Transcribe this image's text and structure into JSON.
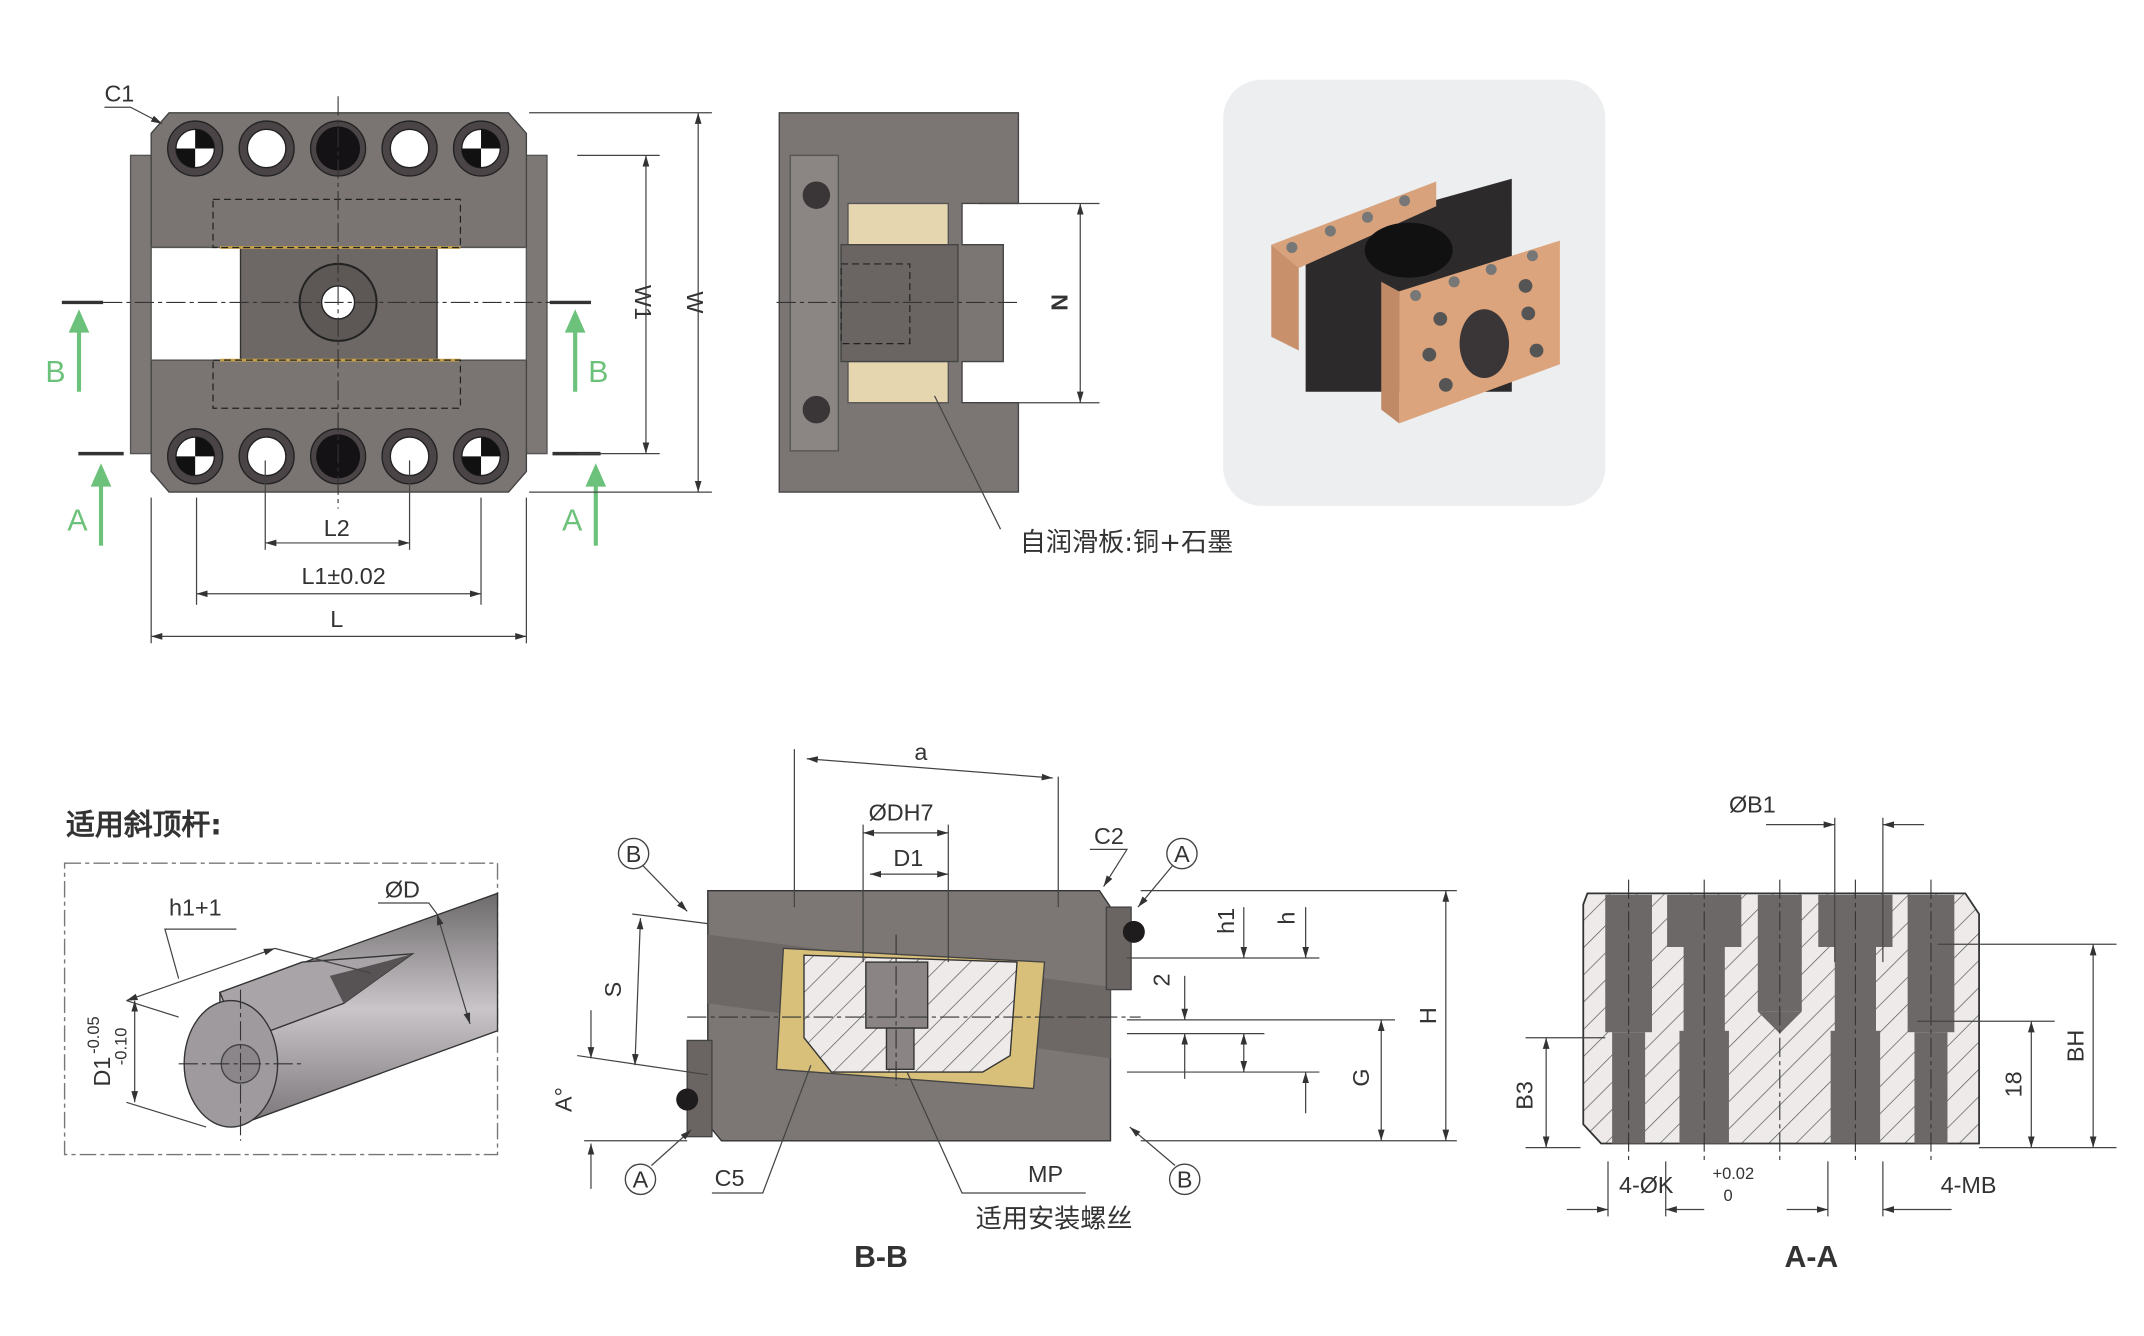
{
  "top_view": {
    "chamfer_label": "C1",
    "section_b": "B",
    "section_a": "A",
    "dim_w1": "W1",
    "dim_w": "W",
    "dim_l2": "L2",
    "dim_l1": "L1±0.02",
    "dim_l": "L"
  },
  "side_view": {
    "dim_n": "N",
    "callout": "自润滑板:铜+石墨"
  },
  "pin": {
    "title": "适用斜顶杆:",
    "dim_h1": "h1+1",
    "dim_d": "ØD",
    "dim_d1": "D1",
    "tol_upper": "-0.05",
    "tol_lower": "-0.10"
  },
  "section_bb": {
    "title": "B-B",
    "dim_a": "a",
    "dim_dh7": "ØDH7",
    "dim_d1": "D1",
    "dim_c2": "C2",
    "marker_b": "B",
    "marker_a": "A",
    "dim_s": "S",
    "dim_angle": "A°",
    "dim_c5": "C5",
    "dim_mp": "MP",
    "callout": "适用安装螺丝",
    "dim_h1": "h1",
    "dim_h": "h",
    "dim_2": "2",
    "dim_g": "G",
    "dim_h_total": "H"
  },
  "section_aa": {
    "title": "A-A",
    "dim_b1": "ØB1",
    "dim_bh": "BH",
    "dim_18": "18",
    "dim_b3": "B3",
    "dim_k": "4-ØK",
    "k_tol_upper": "+0.02",
    "k_tol_lower": "0",
    "dim_mb": "4-MB"
  },
  "colors": {
    "steel": "#6f6a68",
    "steel_light": "#8e8987",
    "bronze": "#e2c98a",
    "copper": "#d9a27a",
    "section_green": "#6cc27a"
  }
}
